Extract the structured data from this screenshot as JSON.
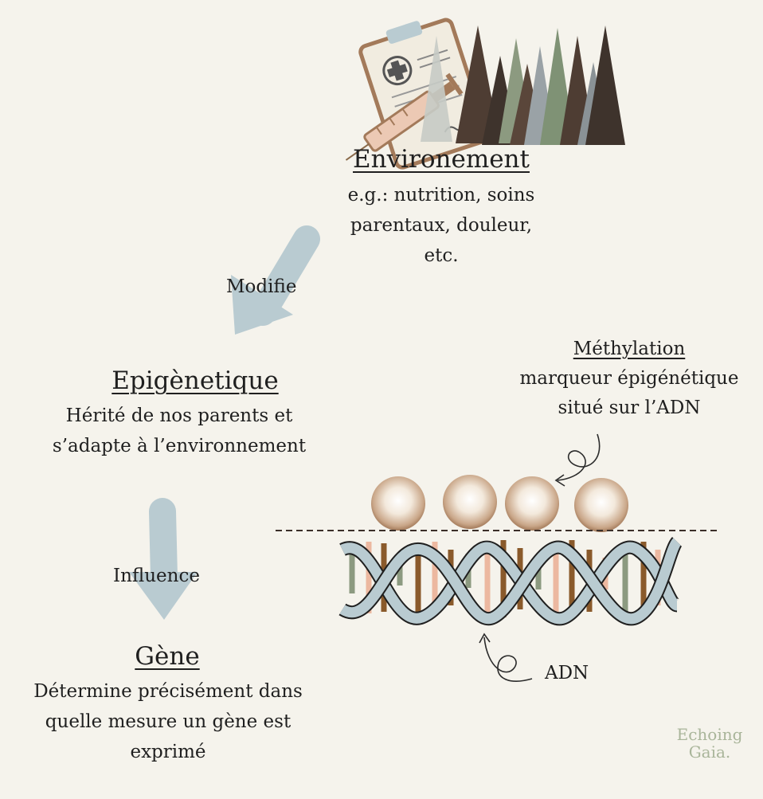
{
  "environment": {
    "title": "Environement",
    "description_lines": [
      "e.g.: nutrition, soins",
      "parentaux, douleur,",
      "etc."
    ]
  },
  "arrows": {
    "first_label": "Modifie",
    "second_label": "Influence"
  },
  "epigenetics": {
    "title": "Epigènetique ",
    "description_lines": [
      "Hérité de nos parents et",
      "s’adapte à l’environnement"
    ]
  },
  "gene": {
    "title": "Gène ",
    "description_lines": [
      "Détermine précisément dans",
      "quelle mesure un gène est",
      "exprimé"
    ]
  },
  "methylation": {
    "title": "Méthylation",
    "description_lines": [
      "marqueur épigénétique",
      "situé sur l’ADN"
    ]
  },
  "dna_label": "ADN",
  "brand": {
    "line1": "Echoing",
    "line2": "Gaia."
  },
  "icons": [
    "clipboard-icon",
    "syringe-icon",
    "forest-icon",
    "dna-helix-icon",
    "methyl-sphere-icon",
    "curly-arrow-icon"
  ],
  "colors": {
    "background": "#f5f3ec",
    "arrow": "#b9cbd1",
    "brand": "#a9b59a"
  }
}
